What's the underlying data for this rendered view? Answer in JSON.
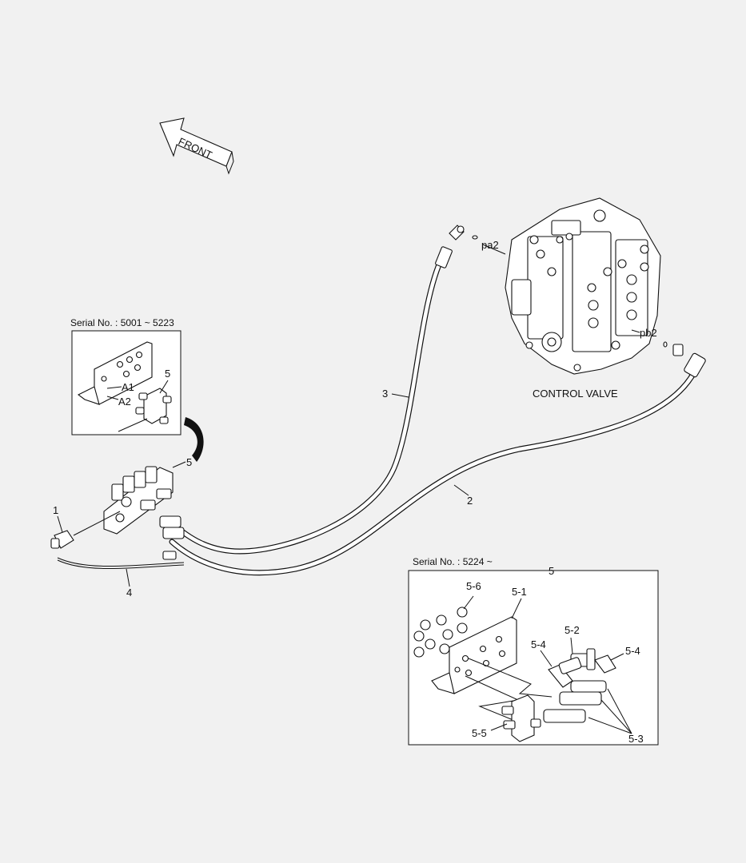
{
  "front_label": "FRONT",
  "control_valve_label": "CONTROL VALVE",
  "port_labels": {
    "pa2": "pa2",
    "pb2": "pb2"
  },
  "callouts": {
    "hose_3": "3",
    "hose_2": "2",
    "switch_1": "1",
    "harness_4": "4",
    "block_5": "5"
  },
  "inset_old": {
    "serial": "Serial No. : 5001 ~ 5223",
    "block": "5",
    "a1": "A1",
    "a2": "A2"
  },
  "inset_new": {
    "serial": "Serial No. : 5224 ~",
    "title": "5",
    "p51": "5-1",
    "p52": "5-2",
    "p53": "5-3",
    "p54a": "5-4",
    "p54b": "5-4",
    "p55": "5-5",
    "p56": "5-6"
  }
}
